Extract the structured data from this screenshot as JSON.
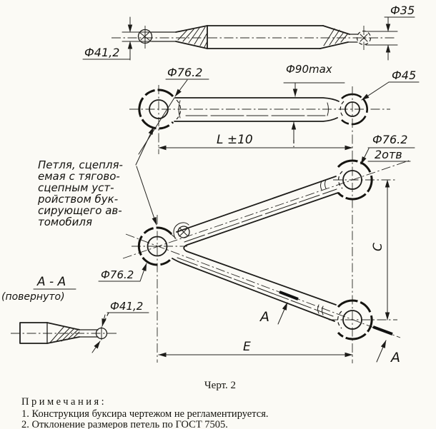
{
  "drawing": {
    "caption": "Черт. 2",
    "labels": {
      "top_view": {
        "eye_left_dia": "Ф41,2",
        "eye_right_dia": "Ф35"
      },
      "link_view": {
        "loop_dia": "Ф76.2",
        "body_dia_max": "Ф90max",
        "eye_dia": "Ф45",
        "center_length": "L ±10"
      },
      "frame_view": {
        "loop_dia_top": "Ф76.2",
        "loop_holes": "2отв",
        "loop_dia_left": "Ф76.2",
        "dim_vertical": "C",
        "dim_horizontal": "E",
        "section_letter": "А"
      },
      "section_view": {
        "title": "А - А",
        "subtitle": "(повернуто)",
        "hole_dia": "Ф41,2"
      }
    },
    "annotation": {
      "lines": [
        "Петля, сцепля-",
        "емая с тягово-",
        "сцепным уст-",
        "ройством бук-",
        "сирующего ав-",
        "томобиля"
      ]
    },
    "notes": {
      "header": "Примечания:",
      "items": [
        "1. Конструкция буксира чертежом не регламентируется.",
        "2. Отклонение размеров петель по ГОСТ 7505."
      ]
    }
  }
}
